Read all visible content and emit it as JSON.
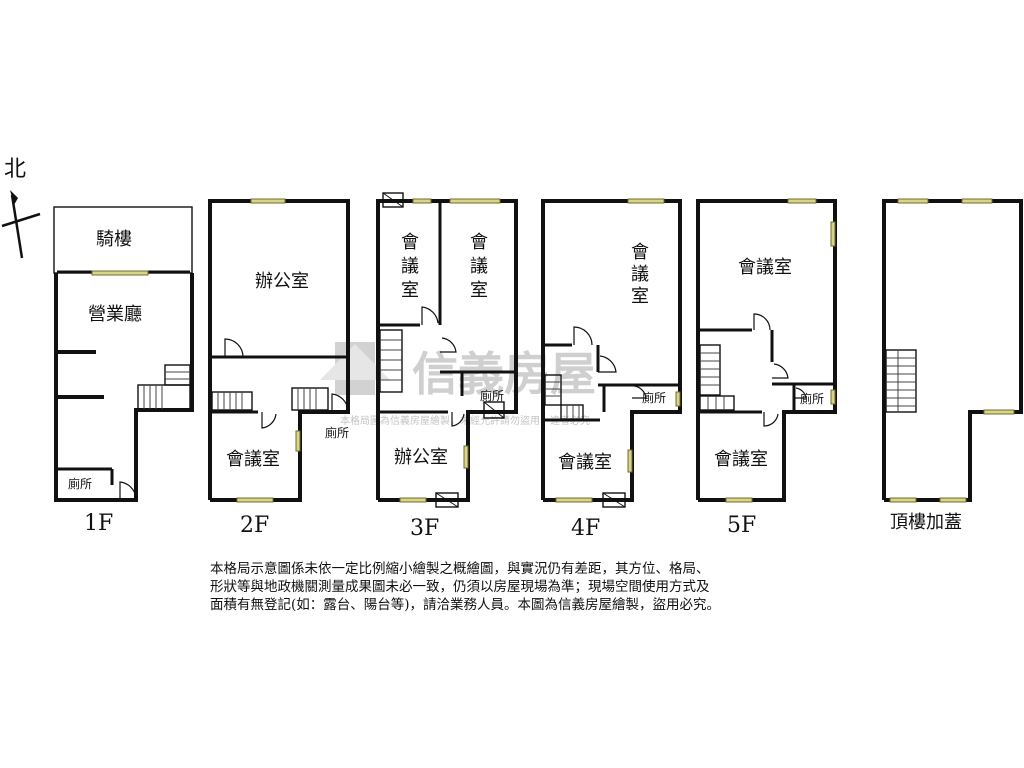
{
  "compass": {
    "label": "北"
  },
  "watermark": {
    "brand": "信義房屋",
    "notice": "本格局圖為信義房屋繪製，未經允許請勿盜用，違者必究"
  },
  "floors": [
    {
      "id": "1F",
      "label": "1F",
      "rooms": [
        "騎樓",
        "營業廳",
        "廁所"
      ]
    },
    {
      "id": "2F",
      "label": "2F",
      "rooms": [
        "辦公室",
        "會議室",
        "廁所"
      ]
    },
    {
      "id": "3F",
      "label": "3F",
      "rooms": [
        "會\n議\n室",
        "會\n議\n室",
        "廁所",
        "辦公室"
      ]
    },
    {
      "id": "4F",
      "label": "4F",
      "rooms": [
        "會\n議\n室",
        "會議室",
        "廁所"
      ]
    },
    {
      "id": "5F",
      "label": "5F",
      "rooms": [
        "會議室",
        "會議室",
        "廁所"
      ]
    },
    {
      "id": "RF",
      "label": "頂樓加蓋",
      "rooms": []
    }
  ],
  "disclaimer": {
    "lines": [
      "本格局示意圖係未依一定比例縮小繪製之概繪圖，與實況仍有差距，其方位、格局、",
      "形狀等與地政機關測量成果圖未必一致，仍須以房屋現場為準；現場空間使用方式及",
      "面積有無登記(如：露台、陽台等)，請洽業務人員。本圖為信義房屋繪製，盜用必究。"
    ]
  }
}
